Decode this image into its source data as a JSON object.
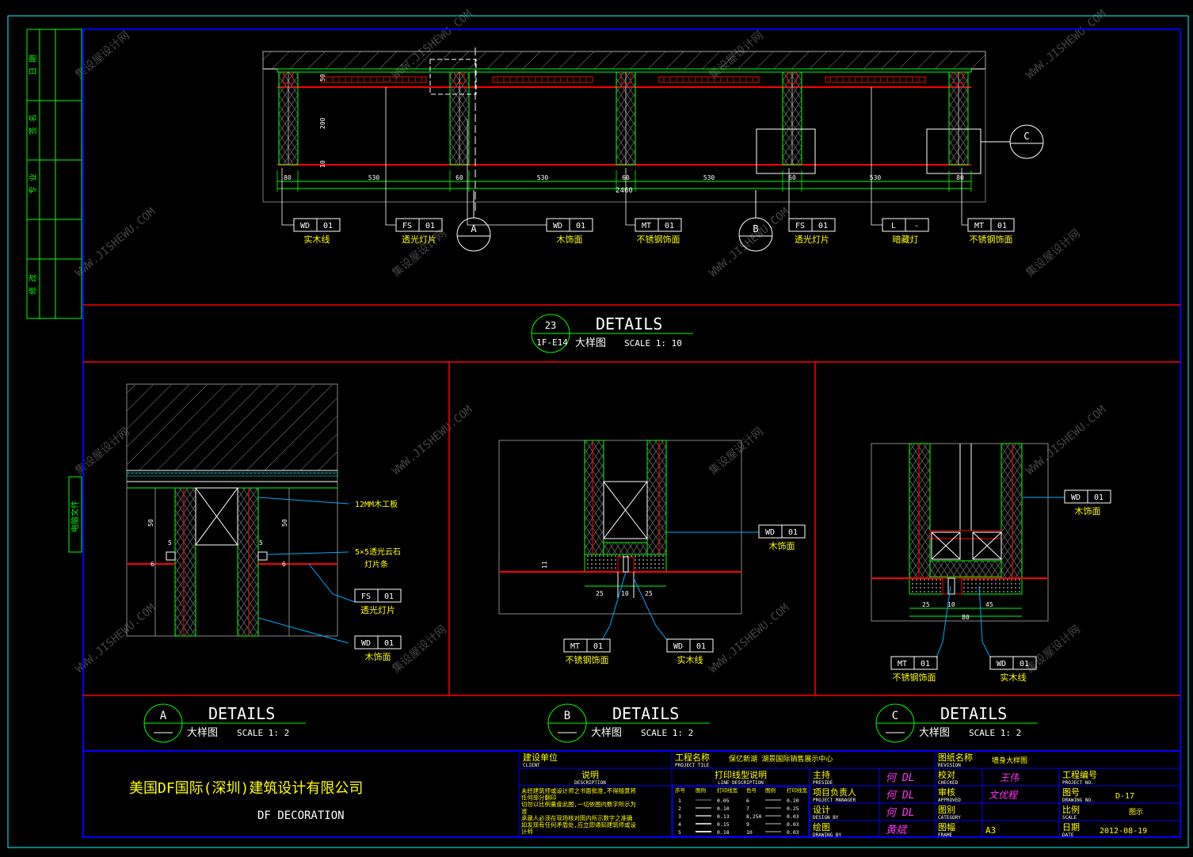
{
  "colors": {
    "bg": "#000000",
    "frame": "#0000ff",
    "divider": "#ff0000",
    "wall": "#00ff00",
    "dim": "#00ff00",
    "text": "#ffff00",
    "leader": "#00aaff"
  },
  "sidebar_labels": [
    "日 期",
    "签 名",
    "专 业",
    "修 改",
    "电脑文件"
  ],
  "top_tags": [
    {
      "code": "WD",
      "num": "01",
      "desc": "实木线"
    },
    {
      "code": "FS",
      "num": "01",
      "desc": "透光灯片"
    },
    {
      "code": "WD",
      "num": "01",
      "desc": "木饰面"
    },
    {
      "code": "MT",
      "num": "01",
      "desc": "不锈钢饰面"
    },
    {
      "code": "FS",
      "num": "01",
      "desc": "透光灯片"
    },
    {
      "code": "L",
      "num": "-",
      "desc": "暗藏灯"
    },
    {
      "code": "MT",
      "num": "01",
      "desc": "不锈钢饰面"
    }
  ],
  "top_bubbles": [
    "A",
    "B",
    "C"
  ],
  "top_dims": {
    "segments": [
      "80",
      "530",
      "60",
      "530",
      "60",
      "530",
      "60",
      "530",
      "80"
    ],
    "total": "2460",
    "v_dims": [
      "50",
      "200",
      "10"
    ]
  },
  "main_detail": {
    "num": "23",
    "ref": "1F-E14",
    "title": "DETAILS",
    "cn": "大样图",
    "scale": "SCALE  1:  10"
  },
  "detail_a": {
    "bubble": "A",
    "title": "DETAILS",
    "cn": "大样图",
    "scale": "SCALE  1:  2",
    "notes": [
      "12MM木工板",
      "5×5透光云石",
      "灯片条"
    ],
    "dims": [
      "50",
      "50",
      "5",
      "5",
      "6",
      "6"
    ],
    "tags": [
      {
        "code": "FS",
        "num": "01",
        "desc": "透光灯片"
      },
      {
        "code": "WD",
        "num": "01",
        "desc": "木饰面"
      }
    ]
  },
  "detail_b": {
    "bubble": "B",
    "title": "DETAILS",
    "cn": "大样图",
    "scale": "SCALE  1:  2",
    "dims": [
      "25",
      "10",
      "25",
      "11"
    ],
    "tags": [
      {
        "code": "WD",
        "num": "01",
        "desc": "木饰面"
      },
      {
        "code": "MT",
        "num": "01",
        "desc": "不锈钢饰面"
      },
      {
        "code": "WD",
        "num": "01",
        "desc": "实木线"
      }
    ]
  },
  "detail_c": {
    "bubble": "C",
    "title": "DETAILS",
    "cn": "大样图",
    "scale": "SCALE  1:  2",
    "dims": [
      "25",
      "10",
      "45",
      "80"
    ],
    "tags": [
      {
        "code": "WD",
        "num": "01",
        "desc": "木饰面"
      },
      {
        "code": "MT",
        "num": "01",
        "desc": "不锈钢饰面"
      },
      {
        "code": "WD",
        "num": "01",
        "desc": "实木线"
      }
    ]
  },
  "title_block": {
    "company_cn": "美国DF国际(深圳)建筑设计有限公司",
    "company_en": "DF   DECORATION",
    "client_cn": "建设单位",
    "client_en": "CLIENT",
    "notes_head_cn": "说明",
    "notes_head_en": "DESCRIPTION",
    "notes": [
      "未经建筑师或设计师之书面批准,不得随意将",
      "任何部分翻印",
      "切勿以比例量度此图,一切依图内数字所示为",
      "准",
      "承建人必须在现场核对图内所示数字之准确",
      "如发现有任何矛盾处,应立即通知建筑师或设",
      "计师"
    ],
    "project_cn": "工程名称",
    "project_en": "PROJECT TILE",
    "project_name": "保亿新湖  湖景国际销售展示中心",
    "line_head_cn": "打印线型说明",
    "line_head_en": "LINE DESCRIPTION",
    "line_cols": [
      "序号",
      "图例",
      "打印线宽",
      "色号",
      "图例",
      "打印线宽"
    ],
    "line_rows": [
      [
        "1",
        "0.05",
        "6",
        "0.20"
      ],
      [
        "2",
        "0.10",
        "7",
        "0.25"
      ],
      [
        "3",
        "0.13",
        "8,250",
        "0.03"
      ],
      [
        "4",
        "0.15",
        "9",
        "0.03"
      ],
      [
        "5",
        "0.18",
        "10",
        "0.03"
      ]
    ],
    "roles": [
      {
        "cn": "主持",
        "en": "PRESIDE",
        "sign": "何 DL"
      },
      {
        "cn": "项目负责人",
        "en": "PROJECT MANAGER",
        "sign": "何 DL"
      },
      {
        "cn": "设计",
        "en": "DESIGN BY",
        "sign": "何 DL"
      },
      {
        "cn": "绘图",
        "en": "DRAWING BY",
        "sign": "黄斌"
      }
    ],
    "revision_cn": "图纸名称",
    "revision_en": "REVISION",
    "drawing_name": "墙身大样图",
    "checked_cn": "校对",
    "checked_en": "CHECKED",
    "checked_sign": "王伟",
    "approved_cn": "审核",
    "approved_en": "APPROVED",
    "approved_sign": "文优程",
    "category_cn": "图别",
    "category_en": "CATEGORY",
    "frame_cn": "图幅",
    "frame_en": "FRAME",
    "frame_value": "A3",
    "projno_cn": "工程编号",
    "projno_en": "PROJECT NO.",
    "drawno_cn": "图号",
    "drawno_en": "DRAWING NO.",
    "drawno_value": "D-17",
    "scale_cn": "比例",
    "scale_en": "SCALE",
    "scale_value": "图示",
    "date_cn": "日期",
    "date_en": "DATE",
    "date_value": "2012-08-19"
  },
  "watermarks": [
    "集设屋设计网",
    "WWW.JISHEWU.COM"
  ]
}
